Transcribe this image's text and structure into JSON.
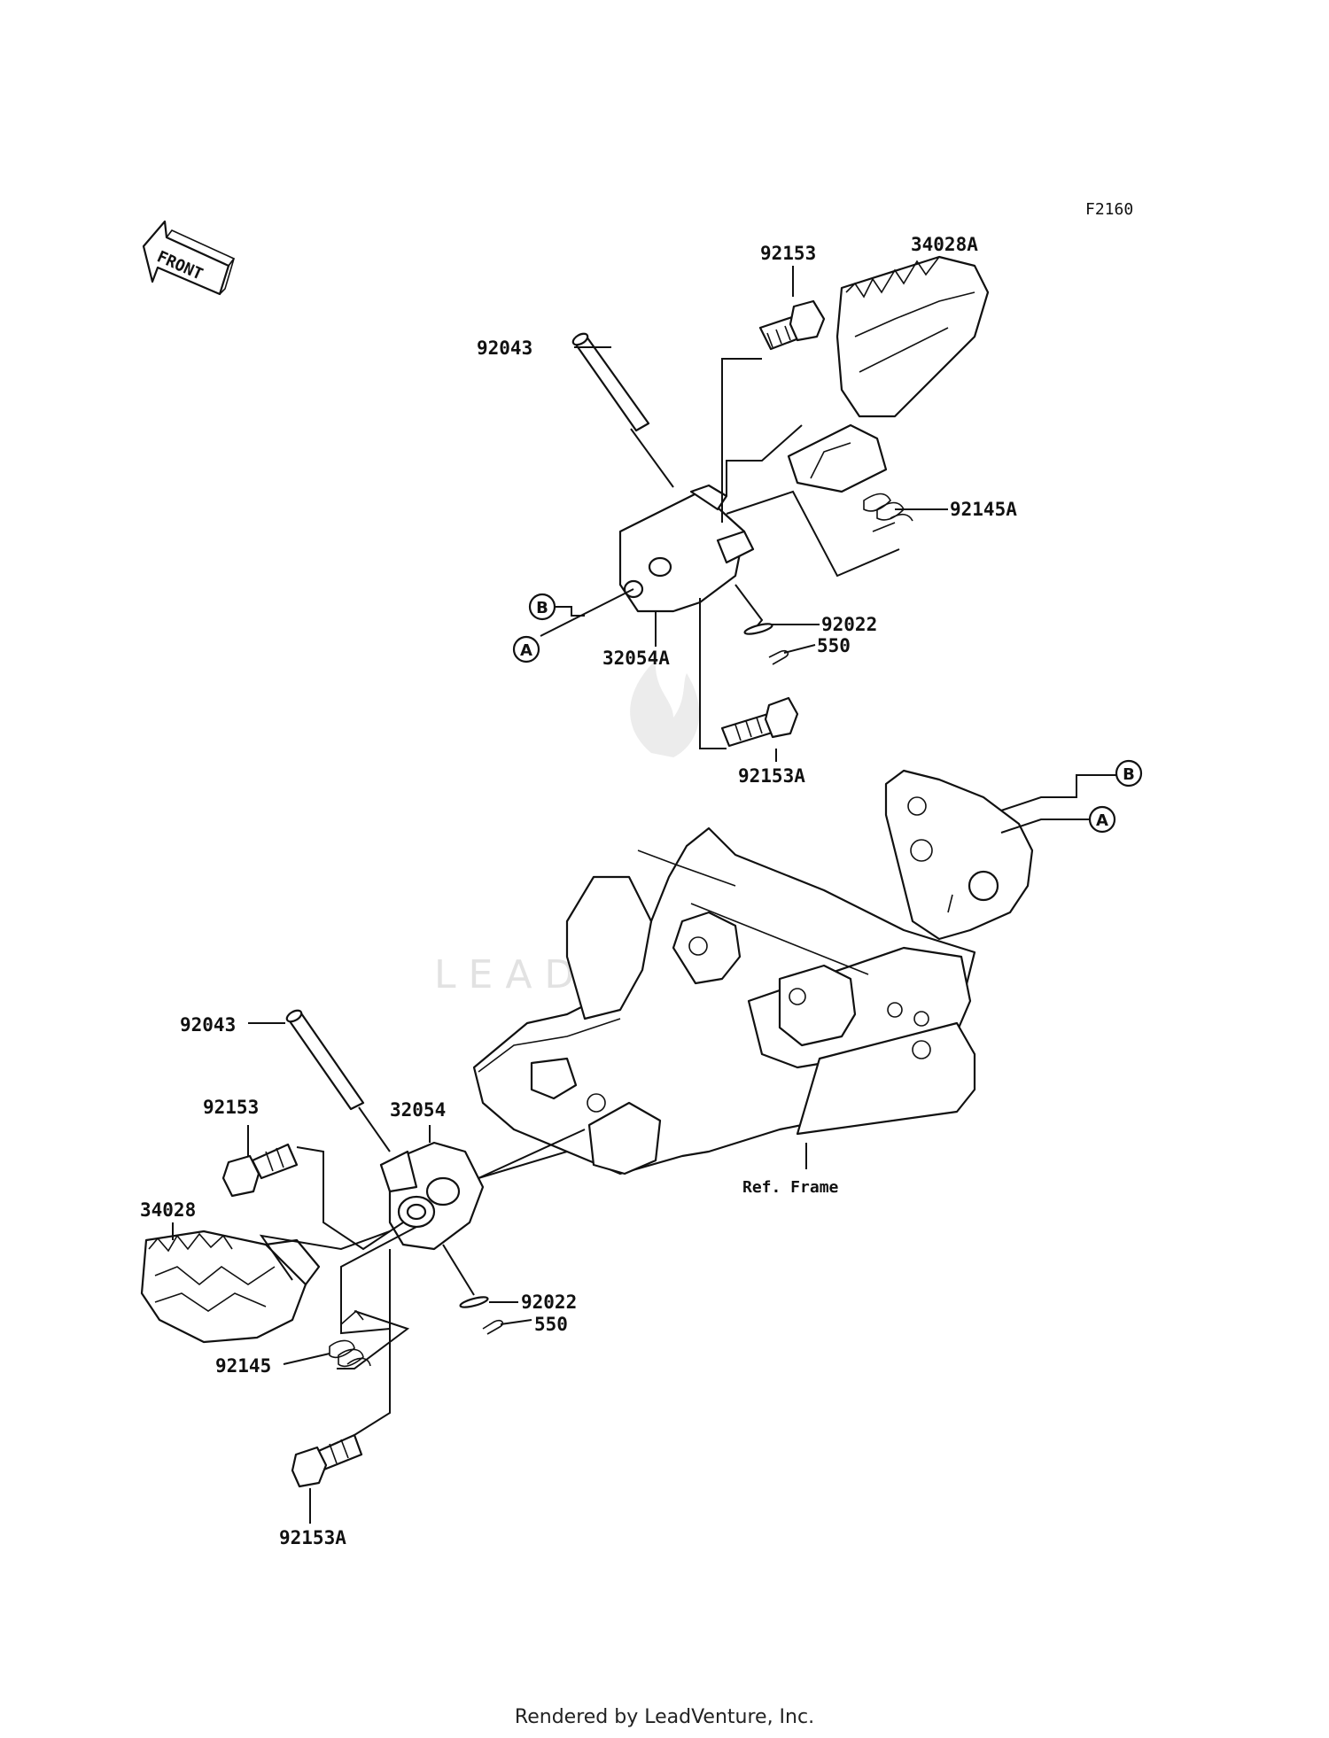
{
  "figure_code": "F2160",
  "front_label": "FRONT",
  "watermark": "LEADVENTURE",
  "footer": "Rendered by LeadVenture, Inc.",
  "frame_label": "Ref. Frame",
  "markers": {
    "a": "A",
    "b": "B"
  },
  "upper_assembly": {
    "pin": "92043",
    "bolt": "92153",
    "footpeg": "34028A",
    "spring": "92145A",
    "bracket": "32054A",
    "washer": "92022",
    "cotter_pin": "550",
    "mount_bolt": "92153A"
  },
  "lower_assembly": {
    "pin": "92043",
    "bolt": "92153",
    "bracket": "32054",
    "footpeg": "34028",
    "spring": "92145",
    "washer": "92022",
    "cotter_pin": "550",
    "mount_bolt": "92153A"
  }
}
